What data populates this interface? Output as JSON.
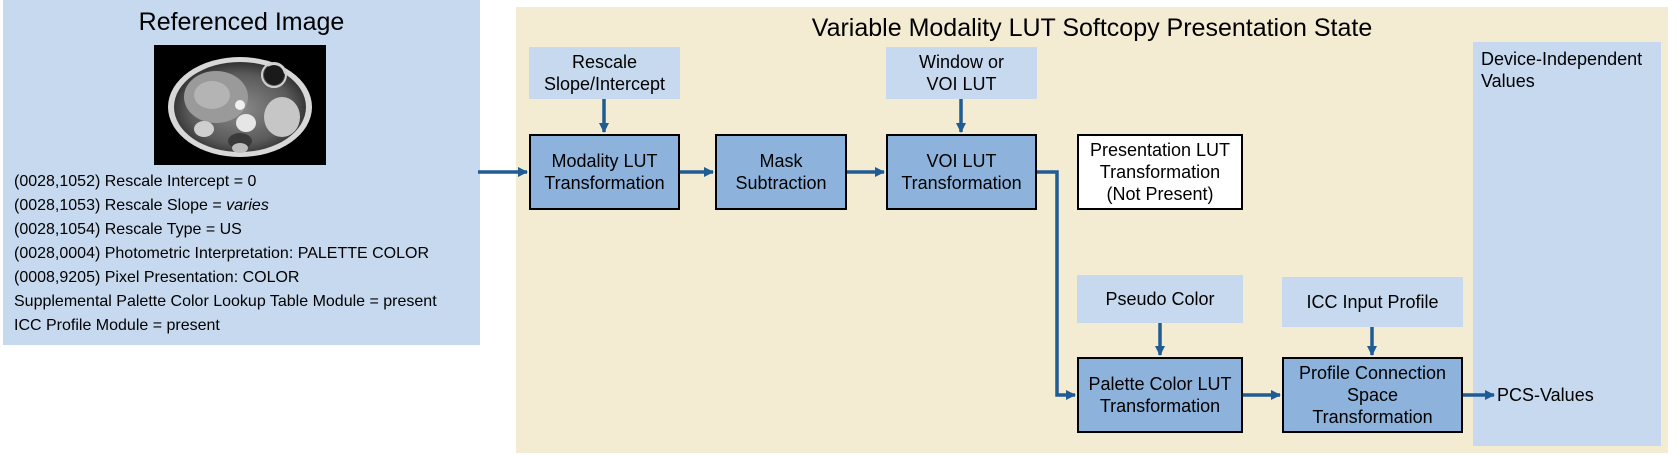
{
  "referenced_image": {
    "title": "Referenced Image",
    "thumbnail_icon": "axial-mri-slice-image",
    "attributes": [
      {
        "text": "(0028,1052) Rescale Intercept = 0"
      },
      {
        "text": "(0028,1053) Rescale Slope = ",
        "emphasis": "varies"
      },
      {
        "text": "(0028,1054) Rescale Type = US"
      },
      {
        "text": "(0028,0004) Photometric Interpretation:  PALETTE  COLOR"
      },
      {
        "text": "(0008,9205) Pixel Presentation:  COLOR"
      },
      {
        "text": "Supplemental  Palette  Color Lookup Table Module = present"
      },
      {
        "text": "ICC Profile Module  = present"
      }
    ]
  },
  "presentation_state": {
    "title": "Variable Modality LUT Softcopy Presentation State",
    "inputs": {
      "rescale": "Rescale\nSlope/Intercept",
      "window": "Window or\nVOI LUT",
      "pseudo_color": "Pseudo Color",
      "icc_input": "ICC Input Profile"
    },
    "steps": {
      "modality_lut": "Modality LUT\nTransformation",
      "mask": "Mask\nSubtraction",
      "voi_lut": "VOI LUT\nTransformation",
      "presentation_lut": "Presentation LUT\nTransformation\n(Not Present)",
      "palette_lut": "Palette Color LUT\nTransformation",
      "pcs": "Profile Connection\nSpace\nTransformation"
    }
  },
  "device_independent": {
    "title": "Device-Independent Values",
    "output_label": "PCS-Values"
  },
  "colors": {
    "arrow": "#1f5b94",
    "process_fill": "#8db3dc",
    "input_fill": "#c6d9ef",
    "panel_blue": "#c6d9ef",
    "panel_beige": "#f3ebd2"
  }
}
